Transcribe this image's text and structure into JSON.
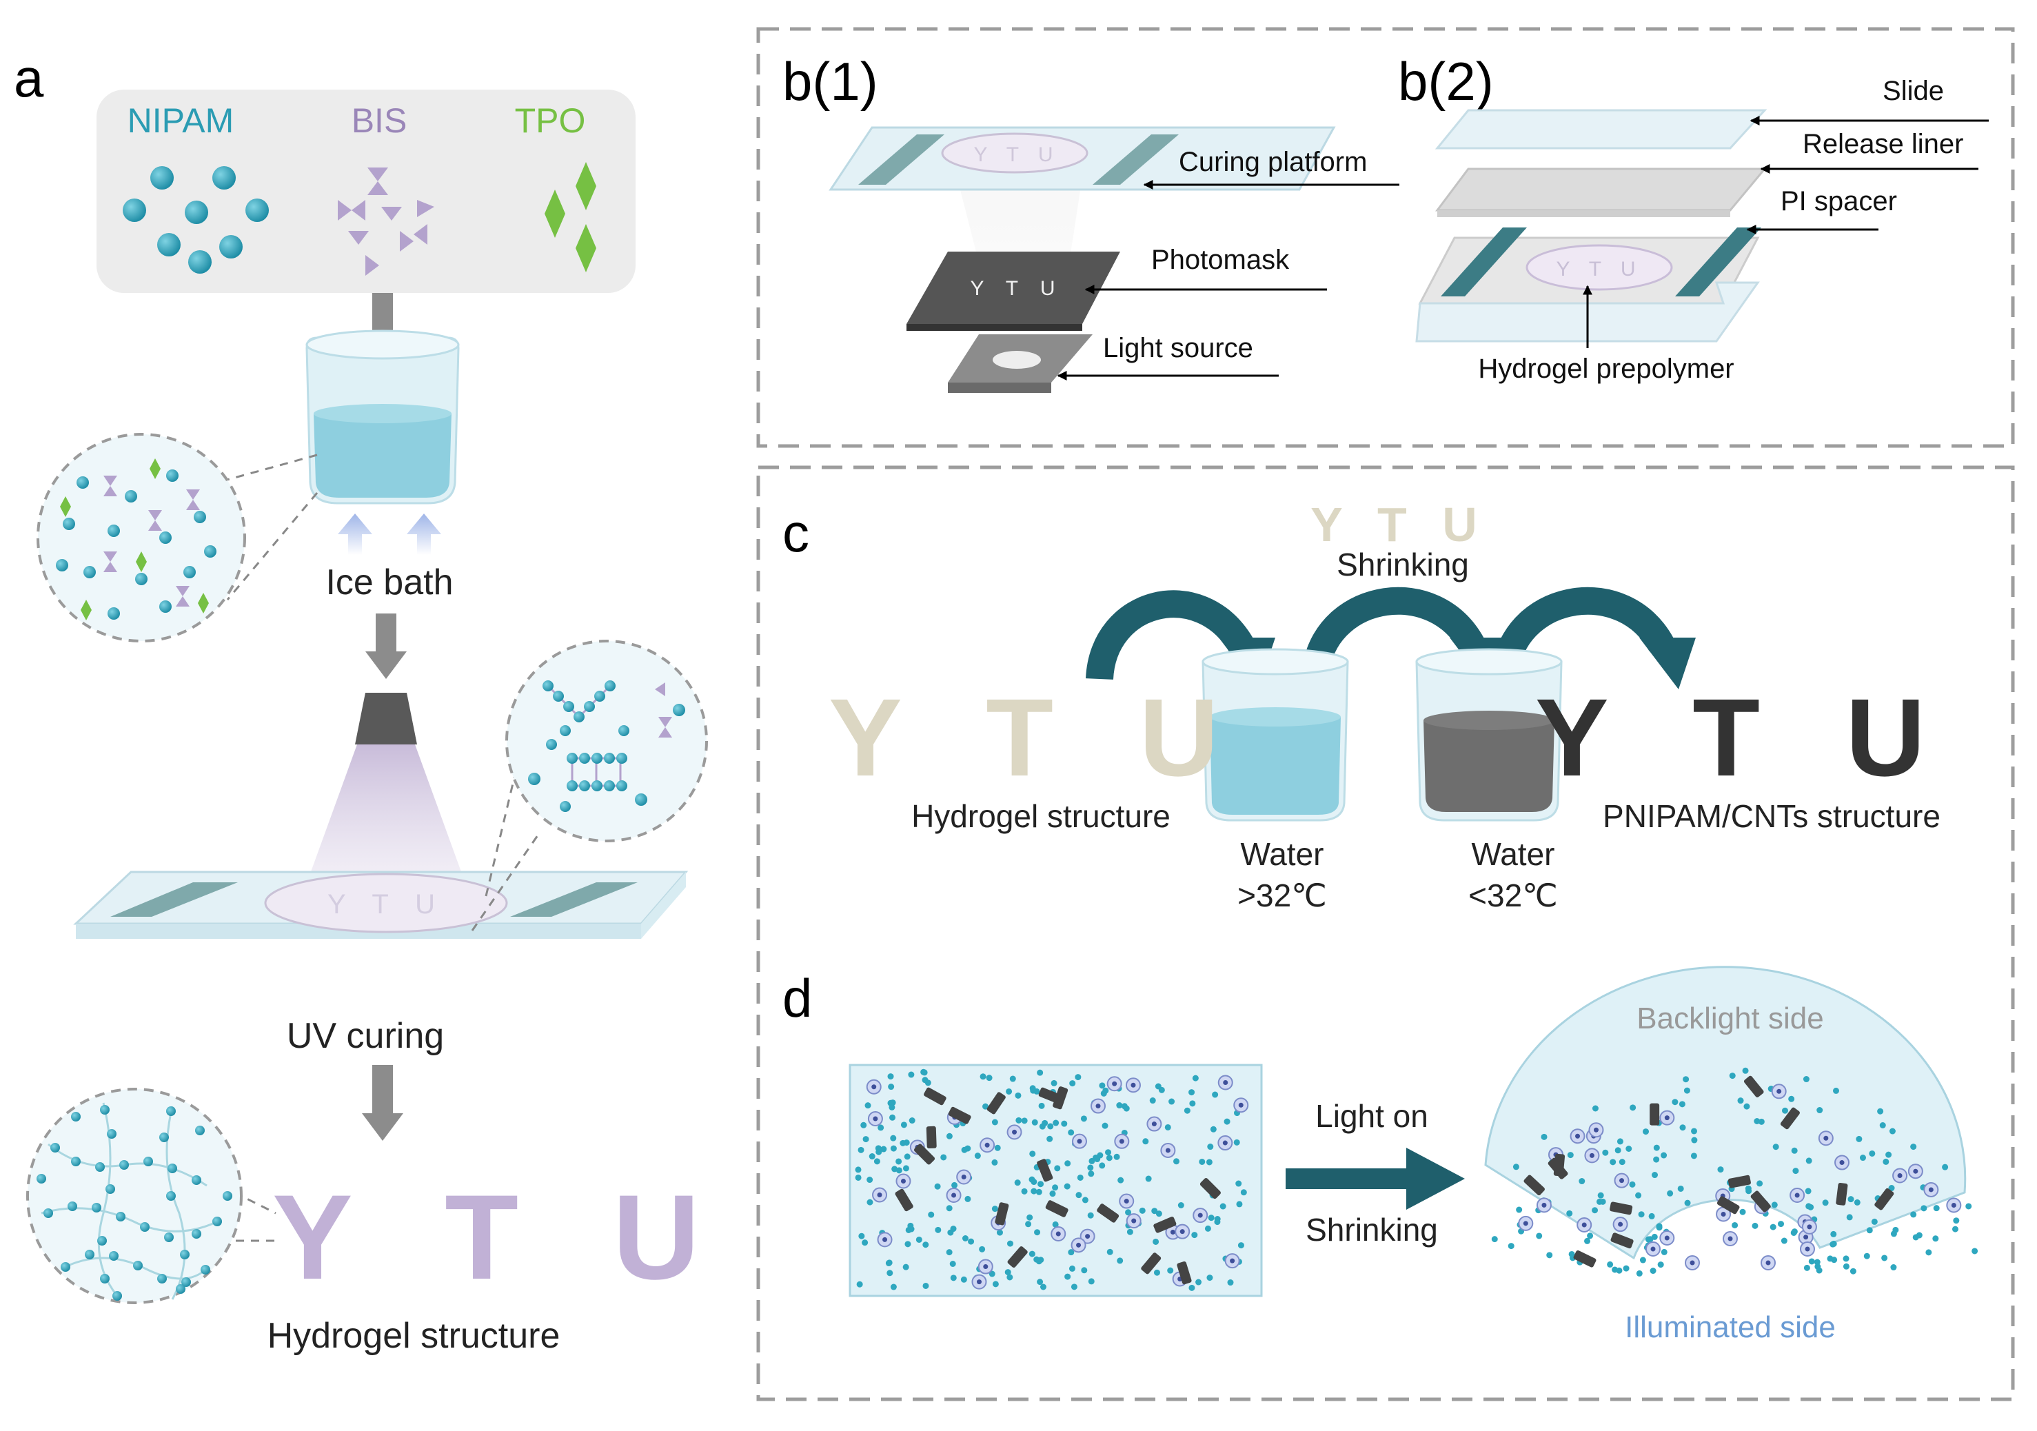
{
  "panel_a": {
    "label": "a",
    "nipam": "NIPAM",
    "bis": "BIS",
    "tpo": "TPO",
    "ice_bath": "Ice bath",
    "uv_curing": "UV curing",
    "ytu_letters": "Y T U",
    "platform_letters": "Y T U",
    "hydrogel_structure": "Hydrogel structure"
  },
  "panel_b1": {
    "label": "b(1)",
    "platform_letters": "Y T U",
    "mask_letters": "Y T U",
    "curing_platform": "Curing platform",
    "photomask": "Photomask",
    "light_source": "Light source"
  },
  "panel_b2": {
    "label": "b(2)",
    "disk_letters": "Y T U",
    "slide": "Slide",
    "release_liner": "Release liner",
    "pi_spacer": "PI spacer",
    "hydrogel_prepolymer": "Hydrogel prepolymer"
  },
  "panel_c": {
    "label": "c",
    "small_letters": "Y T U",
    "shrinking": "Shrinking",
    "left_letters": "Y T U",
    "right_letters": "Y T U",
    "hydrogel_structure": "Hydrogel structure",
    "pnipam_structure": "PNIPAM/CNTs structure",
    "water_1": "Water",
    "temp_1": ">32℃",
    "water_2": "Water",
    "temp_2": "<32℃"
  },
  "panel_d": {
    "label": "d",
    "backlight_side": "Backlight side",
    "illuminated_side": "Illuminated side",
    "light_on": "Light on",
    "shrinking": "Shrinking"
  },
  "colors": {
    "nipam_teal": "#2b9cb3",
    "bis_purple": "#9a86b8",
    "tpo_green": "#76c043",
    "ytu_purple": "#c1b1d6",
    "ytu_beige": "#dcd7c3",
    "ytu_dark": "#333333",
    "arrow_teal": "#1f5f6c",
    "dashed_gray": "#9d9d9d",
    "backlight_gray": "#999999",
    "illuminated_blue": "#6a9bd3"
  }
}
